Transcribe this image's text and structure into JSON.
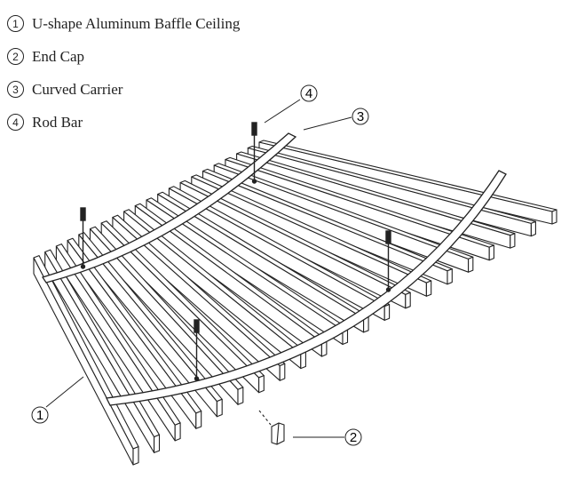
{
  "legend": [
    {
      "num": "1",
      "label": "U-shape Aluminum Baffle Ceiling"
    },
    {
      "num": "2",
      "label": "End Cap"
    },
    {
      "num": "3",
      "label": "Curved Carrier"
    },
    {
      "num": "4",
      "label": "Rod Bar"
    }
  ],
  "callouts": {
    "baffle": "1",
    "end_cap": "2",
    "carrier": "3",
    "rod": "4"
  },
  "colors": {
    "line": "#222222",
    "background": "#ffffff"
  }
}
